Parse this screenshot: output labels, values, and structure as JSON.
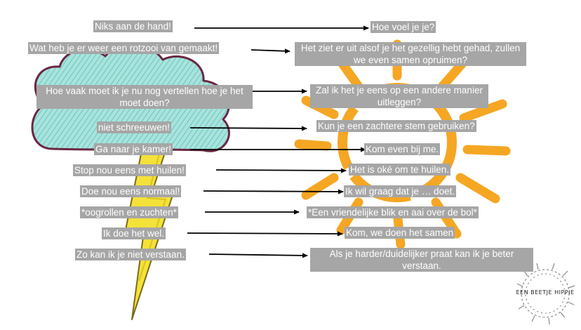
{
  "colors": {
    "label_bg": "#a6a6a6",
    "label_text": "#ffffff",
    "cloud_fill": "#8fd6cf",
    "cloud_outline": "#6b2742",
    "sun": "#f5a623",
    "lightning": "#f4e13a",
    "arrow": "#000000"
  },
  "icons": [
    "storm-cloud-icon",
    "lightning-icon",
    "sun-icon",
    "wreath-logo-icon"
  ],
  "pairs": [
    {
      "left": "Niks aan de hand!",
      "right": "Hoe voel je je?"
    },
    {
      "left": "Wat heb je er weer een rotzooi van gemaakt!",
      "right": "Het ziet er uit alsof je het gezellig hebt gehad, zullen we even samen opruimen?"
    },
    {
      "left": "Hoe  vaak moet ik je nu nog vertellen hoe je het moet doen?",
      "right": "Zal ik het je eens op een andere manier uitleggen?"
    },
    {
      "left": "niet schreeuwen!",
      "right": "Kun je een zachtere stem gebruiken?"
    },
    {
      "left": "Ga naar je kamer!",
      "right": "Kom even bij me."
    },
    {
      "left": "Stop nou eens met huilen!",
      "right": "Het is oké om te huilen."
    },
    {
      "left": "Doe nou eens normaal!",
      "right": "Ik wil graag dat je … doet."
    },
    {
      "left": "*oogrollen en zuchten*",
      "right": "*Een vriendelijke blik en aai over de bol*"
    },
    {
      "left": "Ik doe het wel.",
      "right": "Kom, we doen het samen"
    },
    {
      "left": "Zo kan ik je niet verstaan.",
      "right": "Als je harder/duidelijker praat kan ik je beter verstaan."
    }
  ],
  "logo": {
    "text": "EEN BEETJE HIPPIE"
  }
}
